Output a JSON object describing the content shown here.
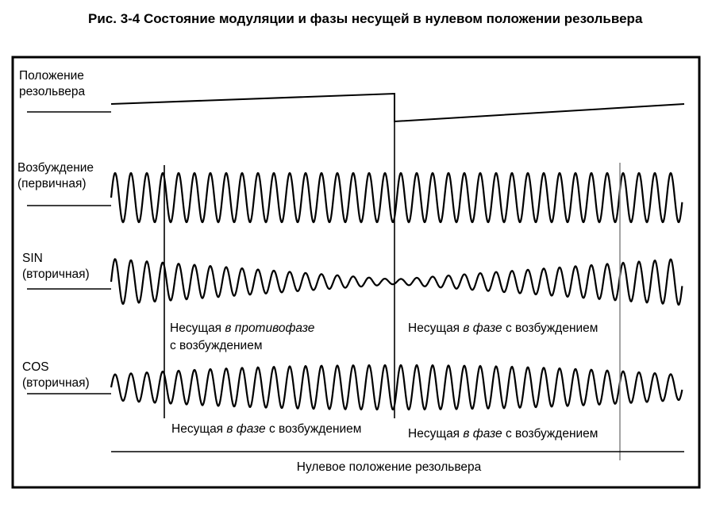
{
  "caption": "Рис. 3-4  Состояние модуляции и фазы несущей в нулевом положении резольвера",
  "rows": {
    "position": {
      "line1": "Положение",
      "line2": "резольвера"
    },
    "excitation": {
      "line1": "Возбуждение",
      "line2": "(первичная)"
    },
    "sin": {
      "line1": "SIN",
      "line2": "(вторичная)"
    },
    "cos": {
      "line1": "COS",
      "line2": "(вторичная)"
    }
  },
  "annotations": {
    "sin_left": {
      "prefix": "Несущая ",
      "em": "в противофазе",
      "suffix": "",
      "line2": "с возбуждением"
    },
    "sin_right": {
      "prefix": "Несущая ",
      "em": "в фазе",
      "suffix": " с возбуждением"
    },
    "cos_left": {
      "prefix": "Несущая ",
      "em": "в фазе",
      "suffix": " с возбуждением"
    },
    "cos_right": {
      "prefix": "Несущая ",
      "em": "в фазе",
      "suffix": " с возбуждением"
    }
  },
  "bottom_label": "Нулевое положение резольвера",
  "colors": {
    "ink": "#000000",
    "marker_gray": "#8c8c8c"
  }
}
